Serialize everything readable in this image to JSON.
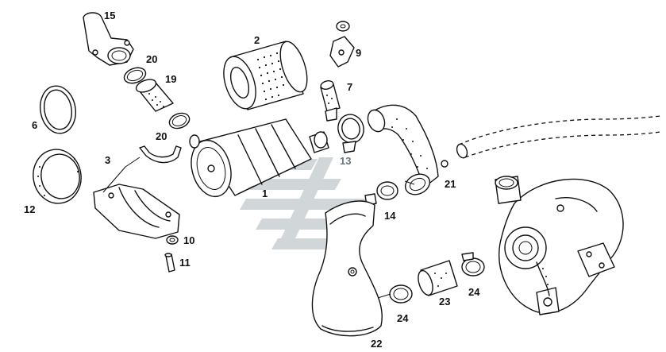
{
  "diagram": {
    "callouts": [
      {
        "id": "1",
        "text": "1"
      },
      {
        "id": "2",
        "text": "2"
      },
      {
        "id": "3",
        "text": "3"
      },
      {
        "id": "6",
        "text": "6"
      },
      {
        "id": "7",
        "text": "7"
      },
      {
        "id": "9",
        "text": "9"
      },
      {
        "id": "10",
        "text": "10"
      },
      {
        "id": "11",
        "text": "11"
      },
      {
        "id": "12",
        "text": "12"
      },
      {
        "id": "13",
        "text": "13"
      },
      {
        "id": "14",
        "text": "14"
      },
      {
        "id": "15",
        "text": "15"
      },
      {
        "id": "19",
        "text": "19"
      },
      {
        "id": "20a",
        "text": "20"
      },
      {
        "id": "20b",
        "text": "20"
      },
      {
        "id": "21",
        "text": "21"
      },
      {
        "id": "22",
        "text": "22"
      },
      {
        "id": "23",
        "text": "23"
      },
      {
        "id": "24a",
        "text": "24"
      },
      {
        "id": "24b",
        "text": "24"
      }
    ],
    "colors": {
      "ink": "#111111",
      "watermark": "#c9cfd3",
      "label_gray": "#6b7780"
    }
  }
}
